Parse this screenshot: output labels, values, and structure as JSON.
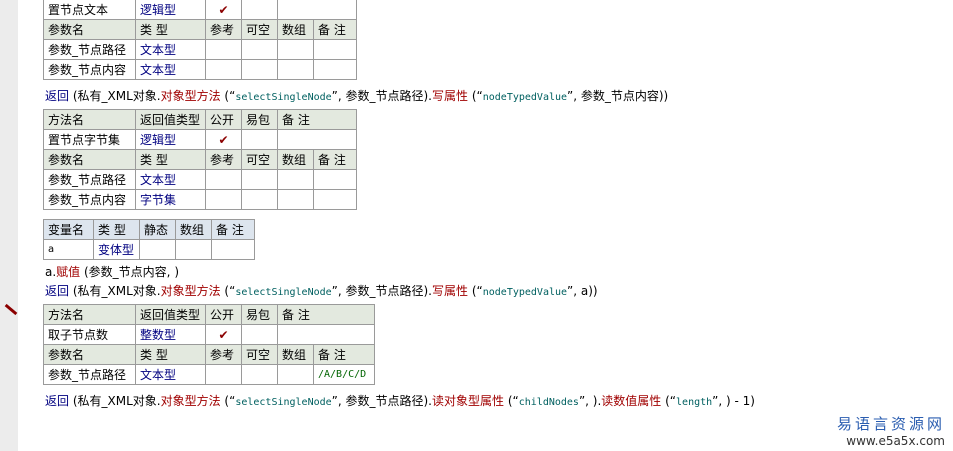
{
  "t1": {
    "name": "置节点文本",
    "ret": "逻辑型",
    "check": "✔",
    "param_headers": [
      "参数名",
      "类 型",
      "参考",
      "可空",
      "数组",
      "备 注"
    ],
    "params": [
      {
        "name": "参数_节点路径",
        "type": "文本型"
      },
      {
        "name": "参数_节点内容",
        "type": "文本型"
      }
    ]
  },
  "line1": {
    "kw": "返回",
    "a": " (私有_XML对象.",
    "fn1": "对象型方法",
    "b": " (“",
    "s1": "selectSingleNode",
    "c": "”, 参数_节点路径).",
    "fn2": "写属性",
    "d": " (“",
    "s2": "nodeTypedValue",
    "e": "”, 参数_节点内容))"
  },
  "t2": {
    "method_headers": [
      "方法名",
      "返回值类型",
      "公开",
      "易包",
      "备 注"
    ],
    "name": "置节点字节集",
    "ret": "逻辑型",
    "check": "✔",
    "param_headers": [
      "参数名",
      "类 型",
      "参考",
      "可空",
      "数组",
      "备 注"
    ],
    "params": [
      {
        "name": "参数_节点路径",
        "type": "文本型"
      },
      {
        "name": "参数_节点内容",
        "type": "字节集"
      }
    ]
  },
  "vars": {
    "headers": [
      "变量名",
      "类 型",
      "静态",
      "数组",
      "备 注"
    ],
    "rows": [
      {
        "name": "a",
        "type": "变体型"
      }
    ]
  },
  "line2": {
    "a": "a.",
    "fn": "赋值",
    "b": " (参数_节点内容, )"
  },
  "line3": {
    "kw": "返回",
    "a": " (私有_XML对象.",
    "fn1": "对象型方法",
    "b": " (“",
    "s1": "selectSingleNode",
    "c": "”, 参数_节点路径).",
    "fn2": "写属性",
    "d": " (“",
    "s2": "nodeTypedValue",
    "e": "”, a))"
  },
  "t3": {
    "method_headers": [
      "方法名",
      "返回值类型",
      "公开",
      "易包",
      "备 注"
    ],
    "name": "取子节点数",
    "ret": "整数型",
    "check": "✔",
    "param_headers": [
      "参数名",
      "类 型",
      "参考",
      "可空",
      "数组",
      "备 注"
    ],
    "params": [
      {
        "name": "参数_节点路径",
        "type": "文本型",
        "remark": "/A/B/C/D"
      }
    ]
  },
  "line4": {
    "kw": "返回",
    "a": " (私有_XML对象.",
    "fn1": "对象型方法",
    "b": " (“",
    "s1": "selectSingleNode",
    "c": "”, 参数_节点路径).",
    "fn2": "读对象型属性",
    "d": " (“",
    "s2": "childNodes",
    "e": "”, ).",
    "fn3": "读数值属性",
    "f": " (“",
    "s3": "length",
    "g": "”, ) - 1)"
  },
  "watermark": {
    "line1": "易语言资源网",
    "line2": "www.e5a5x.com"
  }
}
